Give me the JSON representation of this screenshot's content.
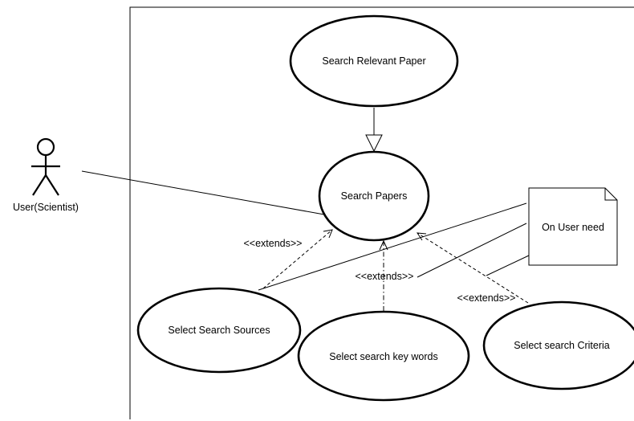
{
  "actor": {
    "label": "User(Scientist)"
  },
  "use_cases": {
    "search_relevant_paper": "Search Relevant Paper",
    "search_papers": "Search Papers",
    "select_search_sources": "Select Search Sources",
    "select_search_key_words": "Select search key words",
    "select_search_criteria": "Select search Criteria"
  },
  "note": {
    "text": "On User need"
  },
  "relations": {
    "extends_sources": "<<extends>>",
    "extends_keywords": "<<extends>>",
    "extends_criteria": "<<extends>>"
  }
}
